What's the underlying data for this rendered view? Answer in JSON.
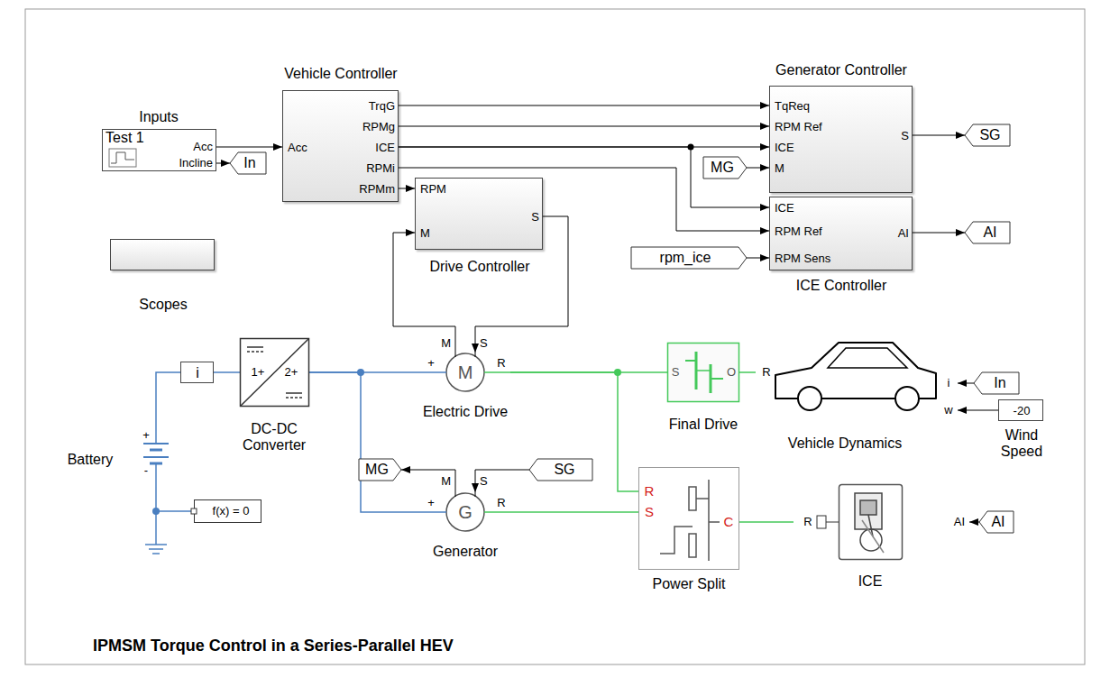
{
  "diagram": {
    "title": "IPMSM Torque Control in a Series-Parallel HEV",
    "nodes": [
      {
        "text": [
          "Inputs",
          "Test 1",
          "Acc",
          "Incline"
        ]
      },
      {
        "text": [
          "In"
        ]
      },
      {
        "text": [
          "Vehicle Controller",
          "Acc",
          "TrqG",
          "RPMg",
          "ICE",
          "RPMi",
          "RPMm"
        ]
      },
      {
        "text": [
          "Generator Controller",
          "TqReq",
          "RPM Ref",
          "ICE",
          "M",
          "S"
        ]
      },
      {
        "text": [
          "SG"
        ]
      },
      {
        "text": [
          "MG"
        ]
      },
      {
        "text": [
          "ICE",
          "RPM Ref",
          "RPM Sens",
          "AI",
          "ICE Controller"
        ]
      },
      {
        "text": [
          "AI"
        ]
      },
      {
        "text": [
          "rpm_ice"
        ]
      },
      {
        "text": [
          "RPM",
          "M",
          "S",
          "Drive Controller"
        ]
      },
      {
        "text": [
          "Scopes"
        ]
      },
      {
        "text": [
          "i"
        ]
      },
      {
        "text": [
          "1+",
          "2+",
          "DC-DC Converter"
        ]
      },
      {
        "text": [
          "+",
          "-",
          "Battery"
        ]
      },
      {
        "text": [
          "f(x) = 0"
        ]
      },
      {
        "text": [
          "M",
          "S",
          "+",
          "M",
          "R",
          "Electric Drive"
        ]
      },
      {
        "text": [
          "M",
          "S",
          "+",
          "G",
          "R",
          "Generator"
        ]
      },
      {
        "text": [
          "MG"
        ]
      },
      {
        "text": [
          "SG"
        ]
      },
      {
        "text": [
          "S",
          "O",
          "Final Drive"
        ]
      },
      {
        "text": [
          "R",
          "i",
          "w",
          "Vehicle Dynamics"
        ]
      },
      {
        "text": [
          "In"
        ]
      },
      {
        "text": [
          "-20",
          "Wind Speed"
        ]
      },
      {
        "text": [
          "R",
          "S",
          "C",
          "Power Split"
        ]
      },
      {
        "text": [
          "R",
          "AI",
          "ICE"
        ]
      },
      {
        "text": [
          "AI"
        ]
      }
    ],
    "edges": [
      {
        "from": 0,
        "to": 2,
        "arrow": "to"
      },
      {
        "from": 0,
        "to": 1,
        "arrow": "to"
      },
      {
        "from": 2,
        "to": 3,
        "arrow": "to"
      },
      {
        "from": 2,
        "to": 3,
        "arrow": "to"
      },
      {
        "from": 2,
        "to": 3,
        "arrow": "to"
      },
      {
        "from": 2,
        "to": 6,
        "arrow": "to"
      },
      {
        "from": 2,
        "to": 6,
        "arrow": "to"
      },
      {
        "from": 2,
        "to": 9,
        "arrow": "to"
      },
      {
        "from": 5,
        "to": 3,
        "arrow": "to"
      },
      {
        "from": 3,
        "to": 4,
        "arrow": "to"
      },
      {
        "from": 8,
        "to": 6,
        "arrow": "to"
      },
      {
        "from": 6,
        "to": 7,
        "arrow": "to"
      },
      {
        "from": 15,
        "to": 9,
        "arrow": "to"
      },
      {
        "from": 9,
        "to": 15,
        "arrow": "to"
      },
      {
        "from": 13,
        "to": 11,
        "arrow": "none"
      },
      {
        "from": 11,
        "to": 12,
        "arrow": "none"
      },
      {
        "from": 12,
        "to": 15,
        "arrow": "none"
      },
      {
        "from": 12,
        "to": 16,
        "arrow": "none"
      },
      {
        "from": 13,
        "to": 14,
        "arrow": "none"
      },
      {
        "from": 16,
        "to": 17,
        "arrow": "to"
      },
      {
        "from": 18,
        "to": 16,
        "arrow": "to"
      },
      {
        "from": 15,
        "to": 19,
        "arrow": "none"
      },
      {
        "from": 19,
        "to": 20,
        "arrow": "none"
      },
      {
        "from": 15,
        "to": 23,
        "arrow": "none"
      },
      {
        "from": 16,
        "to": 23,
        "arrow": "none"
      },
      {
        "from": 23,
        "to": 24,
        "arrow": "none"
      },
      {
        "from": 21,
        "to": 20,
        "arrow": "to"
      },
      {
        "from": 22,
        "to": 20,
        "arrow": "to"
      },
      {
        "from": 25,
        "to": 24,
        "arrow": "to"
      }
    ]
  }
}
